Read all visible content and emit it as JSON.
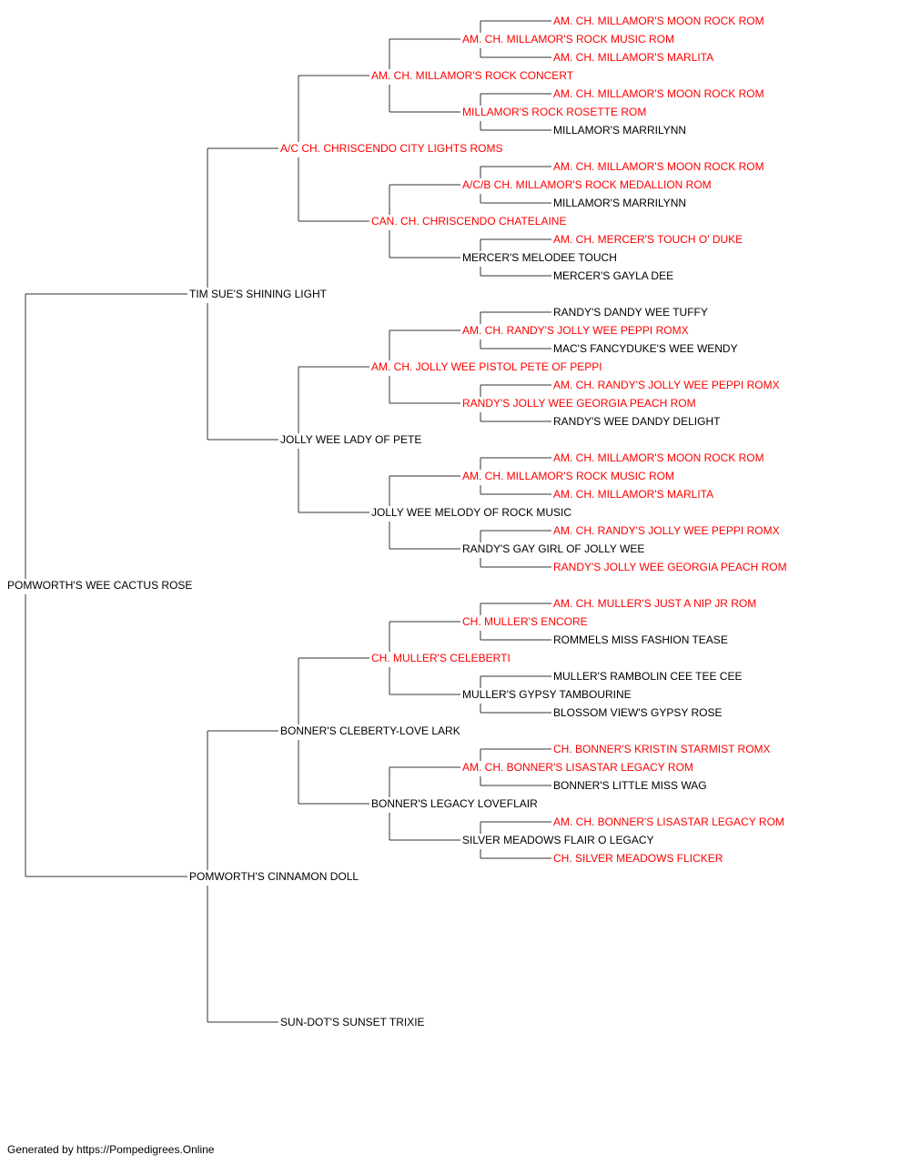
{
  "colors": {
    "champion": "#ff0000",
    "normal": "#000000",
    "line": "#333333"
  },
  "footer": "Generated by https://Pompedigrees.Online",
  "pedigree": {
    "name": "POMWORTH'S WEE CACTUS ROSE",
    "champion": false,
    "sire": {
      "name": "TIM SUE'S SHINING LIGHT",
      "champion": false,
      "sire": {
        "name": "A/C CH. CHRISCENDO CITY LIGHTS ROMS",
        "champion": true,
        "sire": {
          "name": "AM. CH. MILLAMOR'S ROCK CONCERT",
          "champion": true,
          "sire": {
            "name": "AM. CH. MILLAMOR'S ROCK MUSIC ROM",
            "champion": true,
            "sire": {
              "name": "AM. CH. MILLAMOR'S MOON ROCK ROM",
              "champion": true
            },
            "dam": {
              "name": "AM. CH. MILLAMOR'S MARLITA",
              "champion": true
            }
          },
          "dam": {
            "name": "MILLAMOR'S ROCK ROSETTE ROM",
            "champion": true,
            "sire": {
              "name": "AM. CH. MILLAMOR'S MOON ROCK ROM",
              "champion": true
            },
            "dam": {
              "name": "MILLAMOR'S MARRILYNN",
              "champion": false
            }
          }
        },
        "dam": {
          "name": "CAN. CH. CHRISCENDO CHATELAINE",
          "champion": true,
          "sire": {
            "name": "A/C/B CH. MILLAMOR'S ROCK MEDALLION ROM",
            "champion": true,
            "sire": {
              "name": "AM. CH. MILLAMOR'S MOON ROCK ROM",
              "champion": true
            },
            "dam": {
              "name": "MILLAMOR'S MARRILYNN",
              "champion": false
            }
          },
          "dam": {
            "name": "MERCER'S MELODEE TOUCH",
            "champion": false,
            "sire": {
              "name": "AM. CH. MERCER'S TOUCH O' DUKE",
              "champion": true
            },
            "dam": {
              "name": "MERCER'S GAYLA DEE",
              "champion": false
            }
          }
        }
      },
      "dam": {
        "name": "JOLLY WEE LADY OF PETE",
        "champion": false,
        "sire": {
          "name": "AM. CH. JOLLY WEE PISTOL PETE OF PEPPI",
          "champion": true,
          "sire": {
            "name": "AM. CH. RANDY'S JOLLY WEE PEPPI ROMX",
            "champion": true,
            "sire": {
              "name": "RANDY'S DANDY WEE TUFFY",
              "champion": false
            },
            "dam": {
              "name": "MAC'S FANCYDUKE'S WEE WENDY",
              "champion": false
            }
          },
          "dam": {
            "name": "RANDY'S JOLLY WEE GEORGIA PEACH ROM",
            "champion": true,
            "sire": {
              "name": "AM. CH. RANDY'S JOLLY WEE PEPPI ROMX",
              "champion": true
            },
            "dam": {
              "name": "RANDY'S WEE DANDY DELIGHT",
              "champion": false
            }
          }
        },
        "dam": {
          "name": "JOLLY WEE MELODY OF ROCK MUSIC",
          "champion": false,
          "sire": {
            "name": "AM. CH. MILLAMOR'S ROCK MUSIC ROM",
            "champion": true,
            "sire": {
              "name": "AM. CH. MILLAMOR'S MOON ROCK ROM",
              "champion": true
            },
            "dam": {
              "name": "AM. CH. MILLAMOR'S MARLITA",
              "champion": true
            }
          },
          "dam": {
            "name": "RANDY'S GAY GIRL OF JOLLY WEE",
            "champion": false,
            "sire": {
              "name": "AM. CH. RANDY'S JOLLY WEE PEPPI ROMX",
              "champion": true
            },
            "dam": {
              "name": "RANDY'S JOLLY WEE GEORGIA PEACH ROM",
              "champion": true
            }
          }
        }
      }
    },
    "dam": {
      "name": "POMWORTH'S CINNAMON DOLL",
      "champion": false,
      "sire": {
        "name": "BONNER'S CLEBERTY-LOVE LARK",
        "champion": false,
        "sire": {
          "name": "CH. MULLER'S CELEBERTI",
          "champion": true,
          "sire": {
            "name": "CH. MULLER'S ENCORE",
            "champion": true,
            "sire": {
              "name": "AM. CH. MULLER'S JUST A NIP JR ROM",
              "champion": true
            },
            "dam": {
              "name": "ROMMELS MISS FASHION TEASE",
              "champion": false
            }
          },
          "dam": {
            "name": "MULLER'S GYPSY TAMBOURINE",
            "champion": false,
            "sire": {
              "name": "MULLER'S RAMBOLIN CEE TEE CEE",
              "champion": false
            },
            "dam": {
              "name": "BLOSSOM VIEW'S GYPSY ROSE",
              "champion": false
            }
          }
        },
        "dam": {
          "name": "BONNER'S LEGACY LOVEFLAIR",
          "champion": false,
          "sire": {
            "name": "AM. CH. BONNER'S LISASTAR LEGACY ROM",
            "champion": true,
            "sire": {
              "name": "CH. BONNER'S KRISTIN STARMIST ROMX",
              "champion": true
            },
            "dam": {
              "name": "BONNER'S LITTLE MISS WAG",
              "champion": false
            }
          },
          "dam": {
            "name": "SILVER MEADOWS FLAIR O LEGACY",
            "champion": false,
            "sire": {
              "name": "AM. CH. BONNER'S LISASTAR LEGACY ROM",
              "champion": true
            },
            "dam": {
              "name": "CH. SILVER MEADOWS FLICKER",
              "champion": true
            }
          }
        }
      },
      "dam": {
        "name": "SUN-DOT'S SUNSET TRIXIE",
        "champion": false
      }
    }
  }
}
